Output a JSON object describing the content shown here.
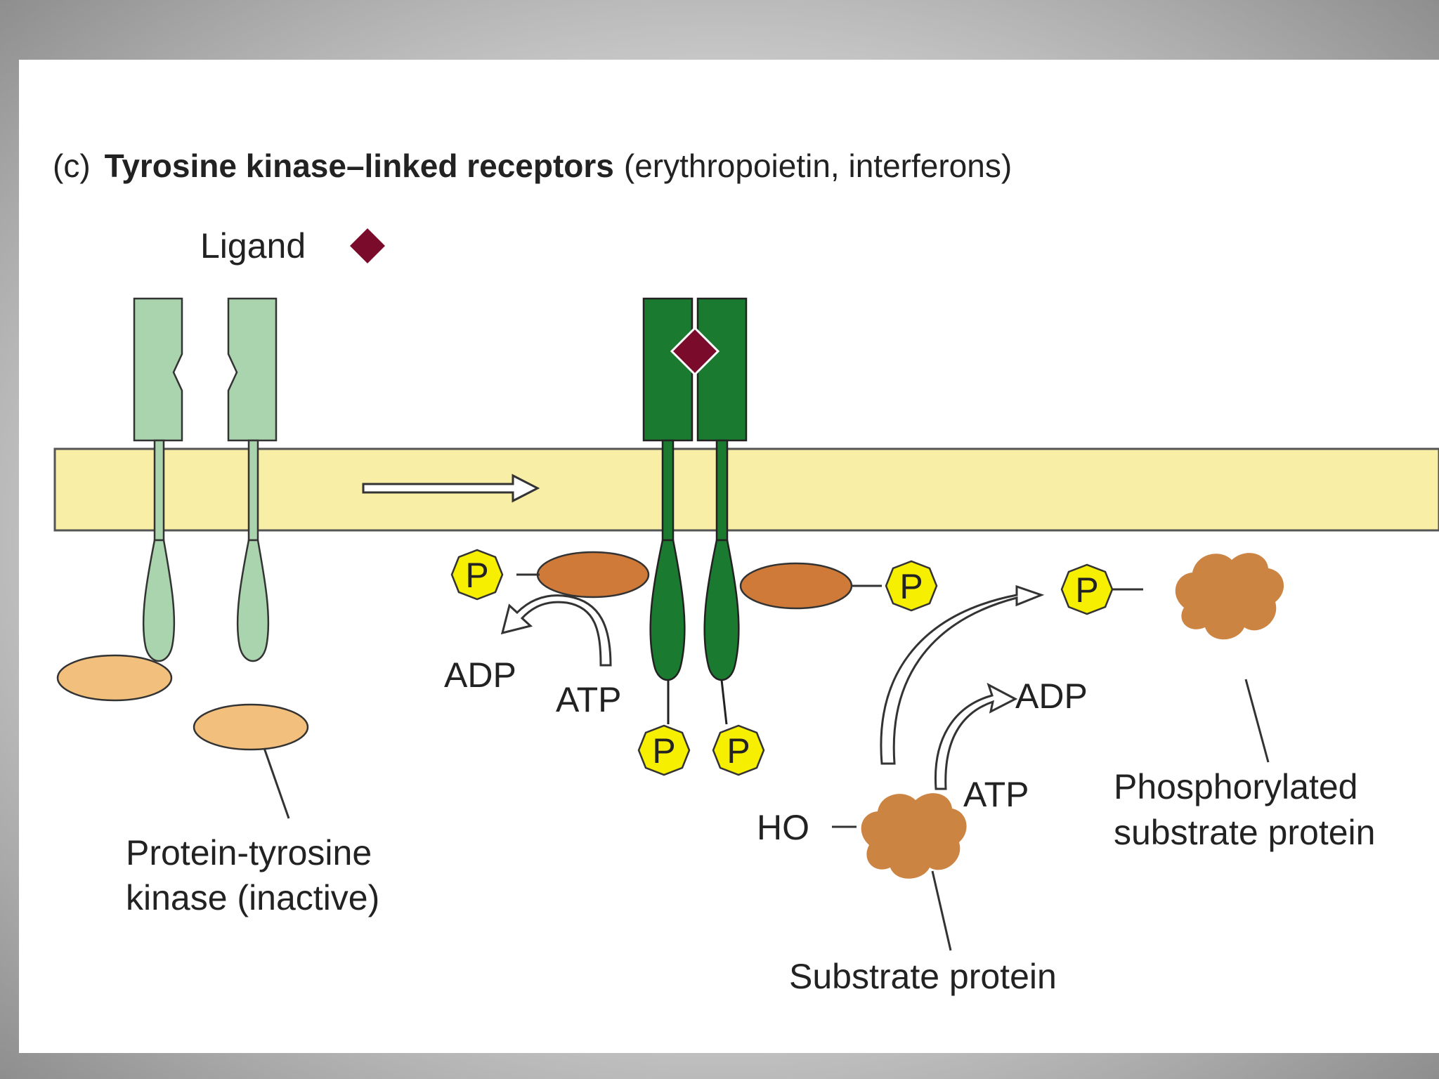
{
  "figure": {
    "panel_label": "(c)",
    "title_bold": "Tyrosine kinase–linked receptors",
    "title_rest": "(erythropoietin, interferons)"
  },
  "labels": {
    "ligand": "Ligand",
    "kinase_inactive_line1": "Protein-tyrosine",
    "kinase_inactive_line2": "kinase (inactive)",
    "adp_left": "ADP",
    "atp_left": "ATP",
    "adp_right": "ADP",
    "atp_right": "ATP",
    "ho": "HO",
    "substrate": "Substrate protein",
    "phospho_line1": "Phosphorylated",
    "phospho_line2": "substrate protein"
  },
  "phosphate_symbol": "P",
  "colors": {
    "membrane": "#f8eea6",
    "receptor_inactive": "#a9d4ad",
    "receptor_active": "#1a7a30",
    "ligand": "#7a0b2a",
    "kinase_inactive": "#f2c07c",
    "kinase_active": "#cf7a38",
    "substrate": "#cc8443",
    "phosphate": "#f7ef00"
  }
}
